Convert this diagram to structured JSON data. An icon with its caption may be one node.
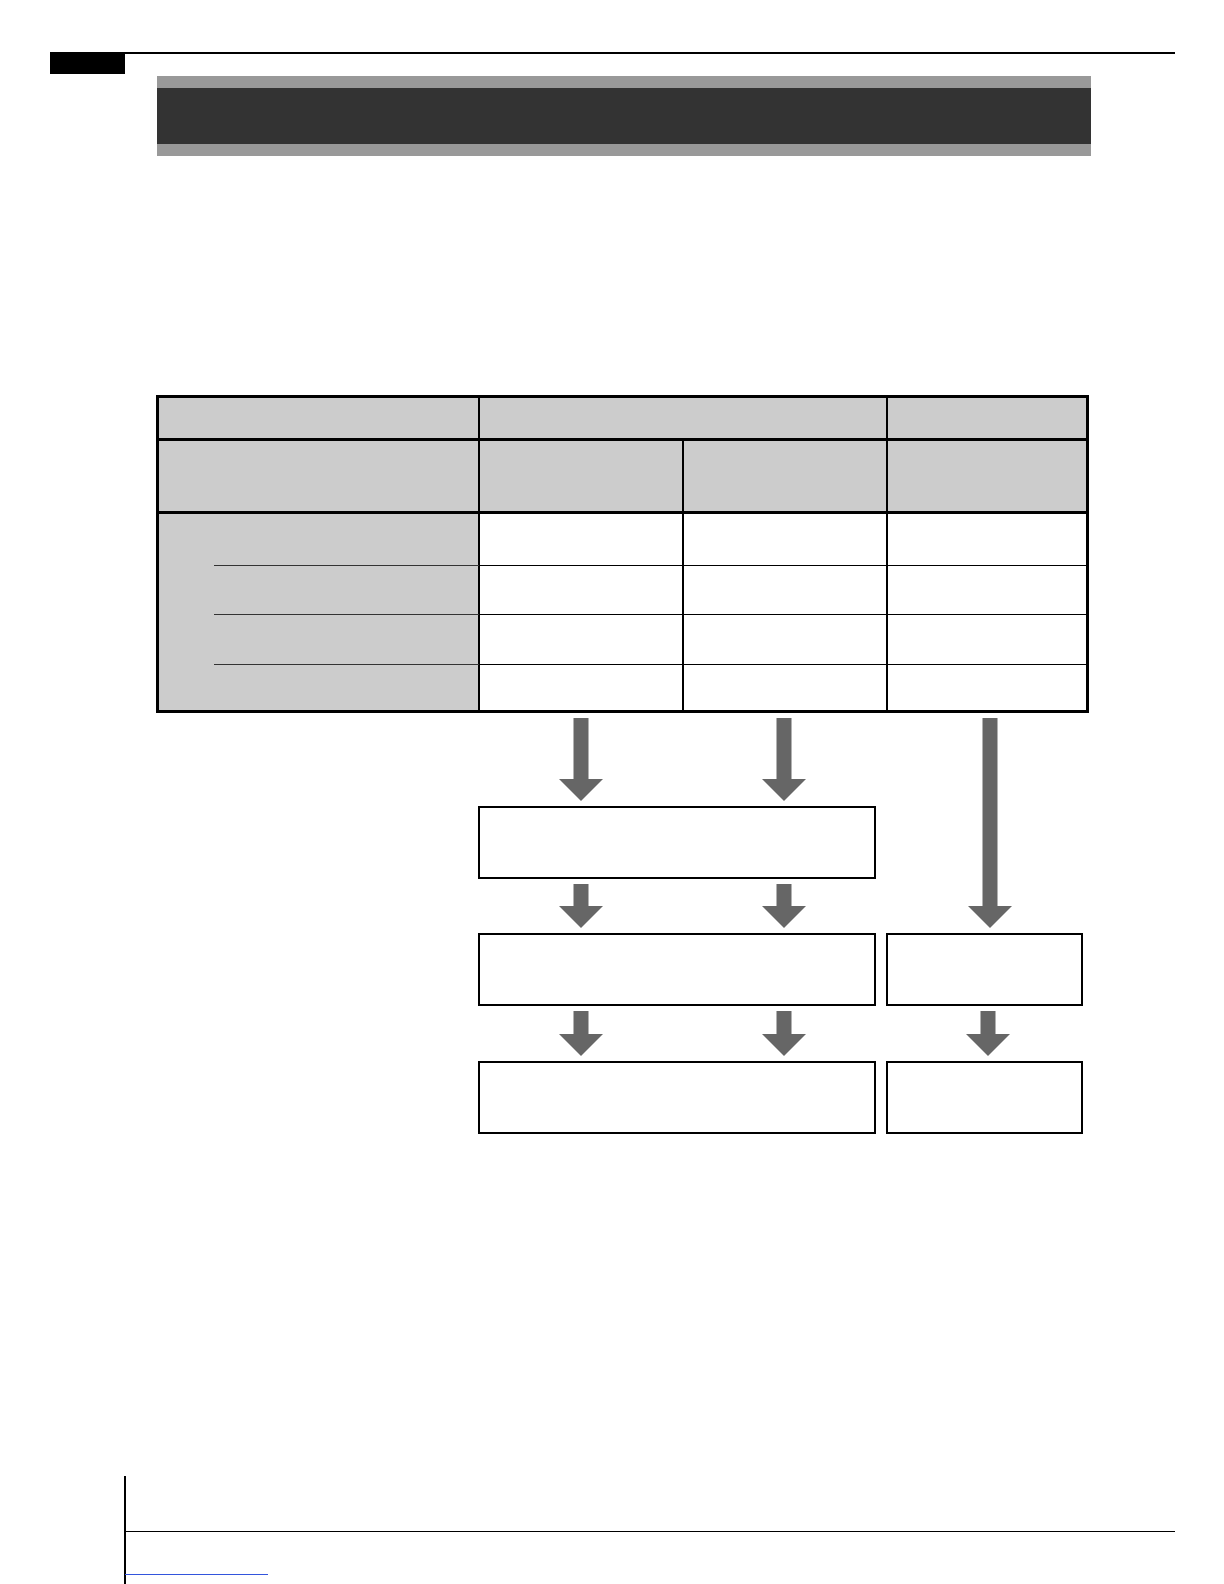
{
  "diagram": {
    "nodes": [
      {
        "text": [],
        "shape": "table"
      },
      {
        "text": [],
        "shape": "box"
      },
      {
        "text": [],
        "shape": "box"
      },
      {
        "text": [],
        "shape": "box"
      },
      {
        "text": [],
        "shape": "box"
      },
      {
        "text": [],
        "shape": "box"
      }
    ],
    "edges": [
      {
        "from": 0,
        "to": 1,
        "arrow": "to"
      },
      {
        "from": 0,
        "to": 1,
        "arrow": "to"
      },
      {
        "from": 0,
        "to": 3,
        "arrow": "to"
      },
      {
        "from": 1,
        "to": 2,
        "arrow": "to"
      },
      {
        "from": 1,
        "to": 2,
        "arrow": "to"
      },
      {
        "from": 2,
        "to": 4,
        "arrow": "to"
      },
      {
        "from": 2,
        "to": 4,
        "arrow": "to"
      },
      {
        "from": 3,
        "to": 5,
        "arrow": "to"
      }
    ]
  }
}
